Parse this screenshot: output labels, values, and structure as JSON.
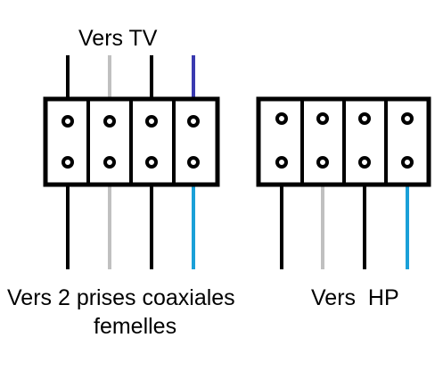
{
  "labels": {
    "top": "Vers TV",
    "bottom_left_line1": "Vers 2 prises coaxiales",
    "bottom_left_line2": "femelles",
    "bottom_right": "Vers  HP"
  },
  "colors": {
    "black": "#000000",
    "grey": "#c0c0c0",
    "dark_blue": "#3a3ab0",
    "light_blue": "#1aa0d8",
    "background": "#ffffff"
  },
  "left_block": {
    "top_wires": [
      "black",
      "grey",
      "black",
      "dark_blue"
    ],
    "bottom_wires": [
      "black",
      "grey",
      "black",
      "light_blue"
    ]
  },
  "right_block": {
    "bottom_wires": [
      "black",
      "grey",
      "black",
      "light_blue"
    ]
  }
}
